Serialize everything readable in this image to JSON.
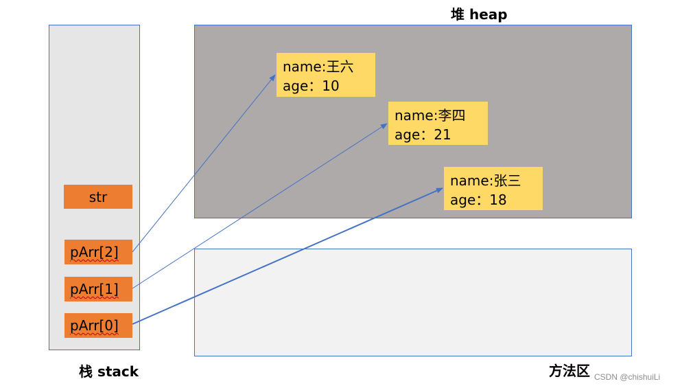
{
  "labels": {
    "heap": "堆 heap",
    "stack": "栈 stack",
    "method_area": "方法区"
  },
  "stack": {
    "str": "str",
    "parr2": "pArr[2]",
    "parr1": "pArr[1]",
    "parr0": "pArr[0]"
  },
  "heap_objects": [
    {
      "name": "name:王六",
      "age": "age：10"
    },
    {
      "name": "name:李四",
      "age": "age：21"
    },
    {
      "name": "name:张三",
      "age": "age：18"
    }
  ],
  "watermark": "CSDN @chishuiLi",
  "colors": {
    "stack_bg": "#e7e6e6",
    "heap_bg": "#aeaaaa",
    "method_bg": "#f2f2f2",
    "variable": "#ed7d31",
    "object": "#ffd966",
    "arrow": "#4472c4"
  }
}
